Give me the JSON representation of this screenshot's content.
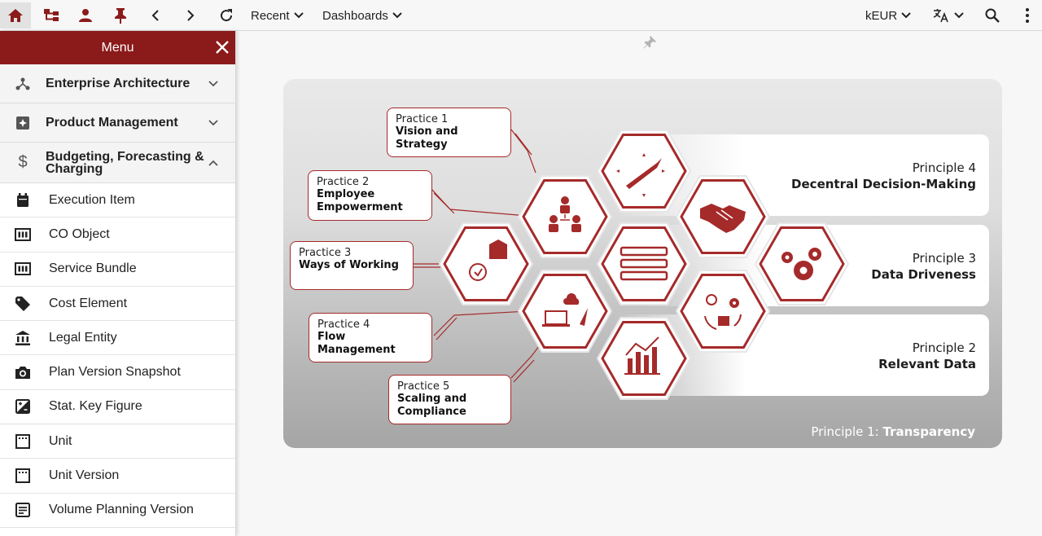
{
  "topbar": {
    "recent_label": "Recent",
    "dashboards_label": "Dashboards",
    "currency_label": "kEUR",
    "icons": [
      "home-icon",
      "hierarchy-icon",
      "user-icon",
      "pin-icon",
      "back-icon",
      "forward-icon",
      "refresh-icon",
      "translate-icon",
      "search-icon",
      "more-vert-icon"
    ]
  },
  "sidebar": {
    "title": "Menu",
    "groups": [
      {
        "label": "Enterprise Architecture",
        "icon": "tree-icon",
        "expanded": false
      },
      {
        "label": "Product Management",
        "icon": "product-icon",
        "expanded": false
      },
      {
        "label": "Budgeting, Forecasting & Charging",
        "icon": "dollar-icon",
        "expanded": true
      }
    ],
    "items": [
      {
        "label": "Execution Item",
        "icon": "calendar-icon"
      },
      {
        "label": "CO Object",
        "icon": "counter-icon"
      },
      {
        "label": "Service Bundle",
        "icon": "counter-icon"
      },
      {
        "label": "Cost Element",
        "icon": "tag-icon"
      },
      {
        "label": "Legal Entity",
        "icon": "bank-icon"
      },
      {
        "label": "Plan Version Snapshot",
        "icon": "camera-icon"
      },
      {
        "label": "Stat. Key Figure",
        "icon": "calculator-icon"
      },
      {
        "label": "Unit",
        "icon": "unit-icon"
      },
      {
        "label": "Unit Version",
        "icon": "unit-icon"
      },
      {
        "label": "Volume Planning Version",
        "icon": "list-icon"
      }
    ]
  },
  "diagram": {
    "practices": [
      {
        "num": "Practice 1",
        "name": "Vision and Strategy"
      },
      {
        "num": "Practice 2",
        "name": "Employee Empowerment"
      },
      {
        "num": "Practice 3",
        "name": "Ways of Working"
      },
      {
        "num": "Practice 4",
        "name": "Flow Management"
      },
      {
        "num": "Practice 5",
        "name": "Scaling and Compliance"
      }
    ],
    "principles": [
      {
        "label": "Principle 4",
        "title": "Decentral Decision-Making"
      },
      {
        "label": "Principle 3",
        "title": "Data Driveness"
      },
      {
        "label": "Principle 2",
        "title": "Relevant Data"
      }
    ],
    "principle1_label": "Principle 1:",
    "principle1_title": "Transparency",
    "accent_color": "#a52a2a"
  }
}
